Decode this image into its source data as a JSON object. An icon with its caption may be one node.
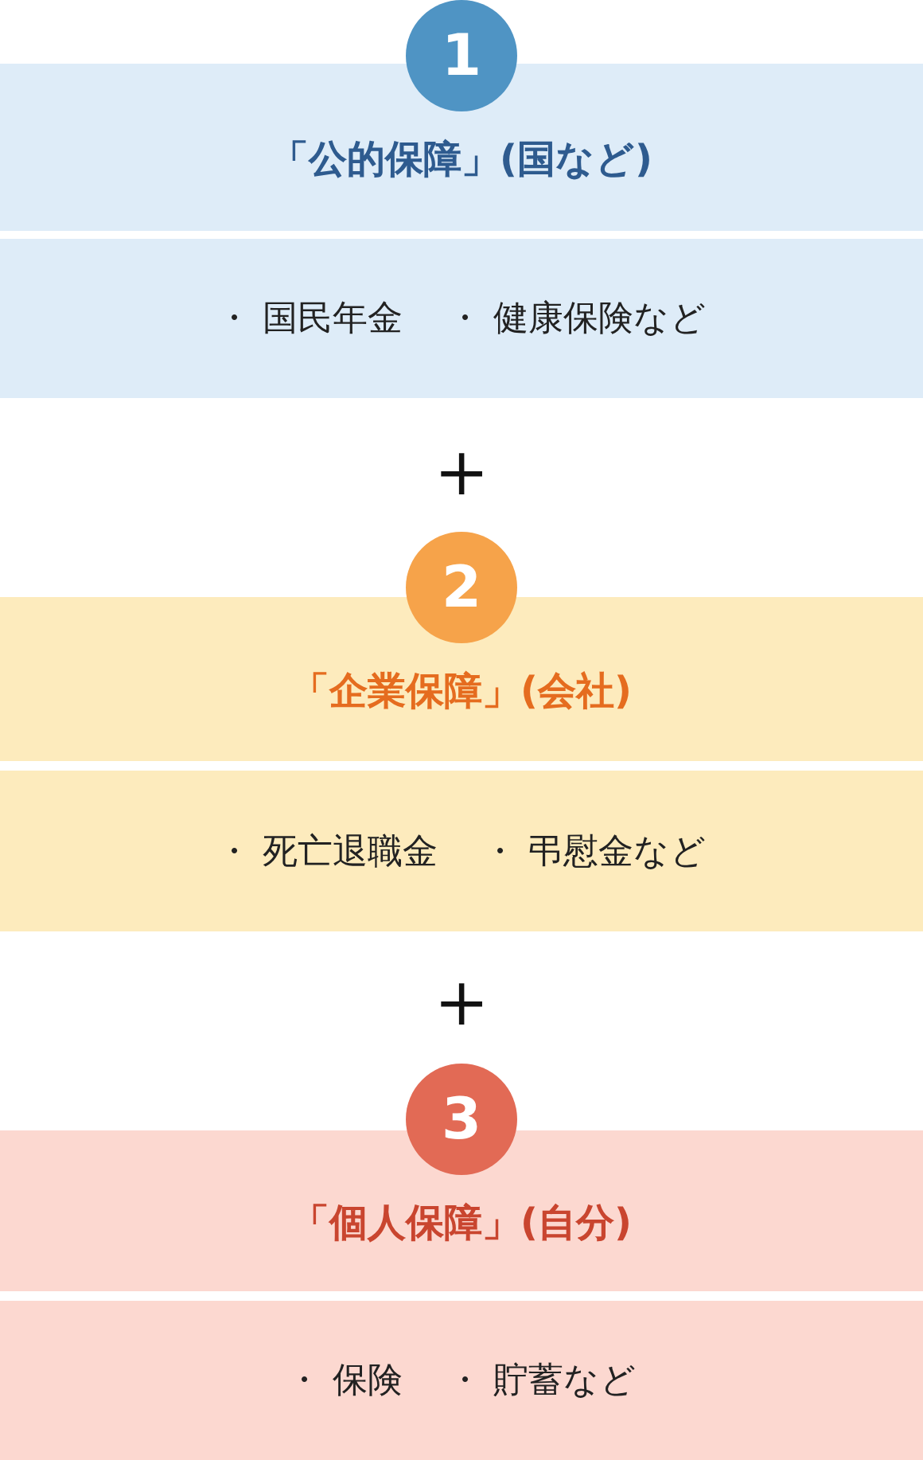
{
  "diagram": {
    "nodes": [
      {
        "text": [
          "1"
        ]
      },
      {
        "text": [
          "「公的保障」(国など)"
        ]
      },
      {
        "text": [
          "・ 国民年金",
          "・ 健康保険など"
        ]
      },
      {
        "text": [
          "2"
        ]
      },
      {
        "text": [
          "「企業保障」(会社)"
        ]
      },
      {
        "text": [
          "・ 死亡退職金",
          "・ 弔慰金など"
        ]
      },
      {
        "text": [
          "3"
        ]
      },
      {
        "text": [
          "「個人保障」(自分)"
        ]
      },
      {
        "text": [
          "・ 保険",
          "・ 貯蓄など"
        ]
      }
    ],
    "labels": [
      "＋",
      "＋"
    ]
  }
}
